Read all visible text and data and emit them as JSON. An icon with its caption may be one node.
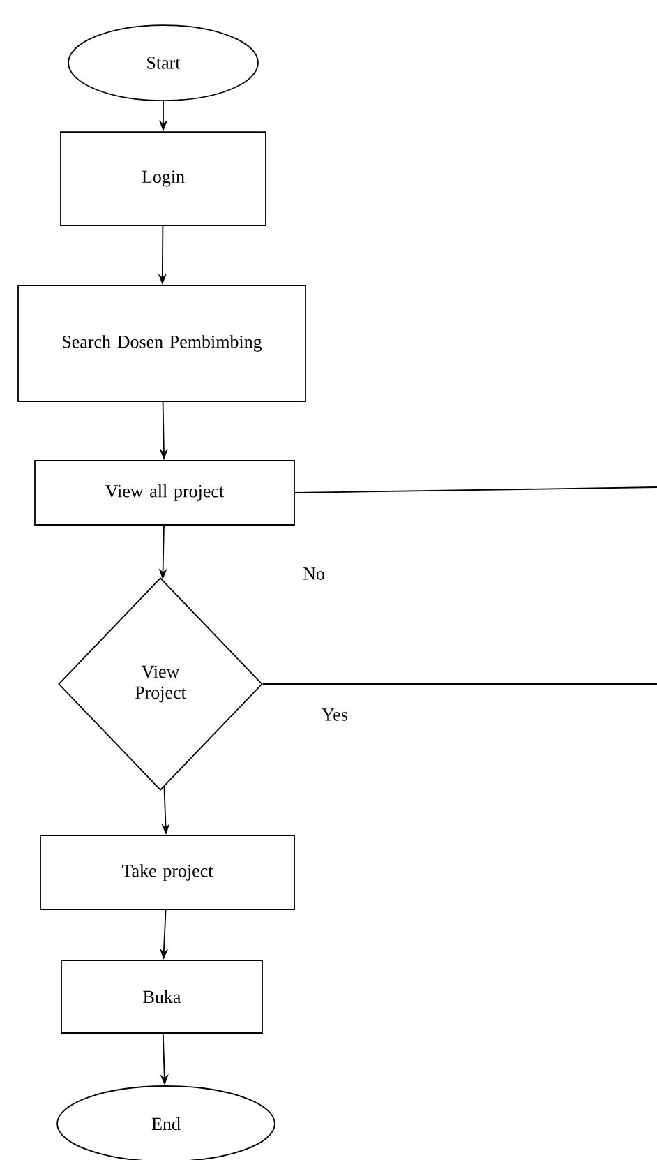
{
  "diagram": {
    "nodes": [
      {
        "text": [
          "Start"
        ]
      },
      {
        "text": [
          "Login"
        ]
      },
      {
        "text": [
          "Search Dosen Pembimbing"
        ]
      },
      {
        "text": [
          "View all project"
        ]
      },
      {
        "text": [
          "View Project"
        ]
      },
      {
        "text": [
          "Take project"
        ]
      },
      {
        "text": [
          "Buka"
        ]
      },
      {
        "text": [
          "End"
        ]
      }
    ],
    "edges": [
      {
        "from": 0,
        "to": 1,
        "arrow": "to"
      },
      {
        "from": 1,
        "to": 2,
        "arrow": "to"
      },
      {
        "from": 2,
        "to": 3,
        "arrow": "to"
      },
      {
        "from": 3,
        "to": 4,
        "arrow": "to"
      },
      {
        "from": 3,
        "to": null,
        "arrow": "none"
      },
      {
        "from": 4,
        "to": null,
        "arrow": "none",
        "label": "Yes"
      },
      {
        "from": 4,
        "to": 5,
        "arrow": "to"
      },
      {
        "from": 5,
        "to": 6,
        "arrow": "to"
      },
      {
        "from": 6,
        "to": 7,
        "arrow": "to"
      }
    ],
    "labels": [
      "No"
    ]
  }
}
